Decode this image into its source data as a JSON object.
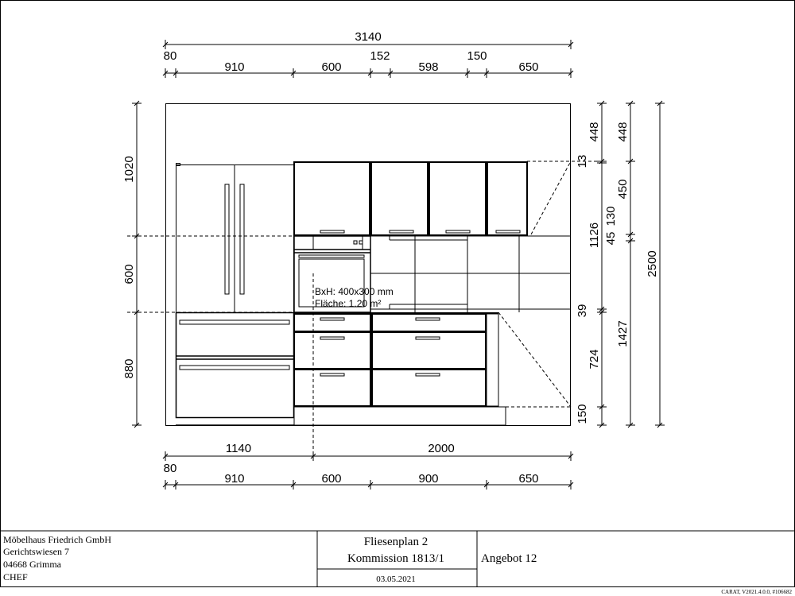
{
  "dimensions": {
    "top_total": "3140",
    "top_row1": [
      "80",
      "152",
      "150"
    ],
    "top_row2": [
      "910",
      "600",
      "598",
      "650"
    ],
    "bottom_total_left": "1140",
    "bottom_total_right": "2000",
    "bottom_row1": [
      "80"
    ],
    "bottom_row2": [
      "910",
      "600",
      "900",
      "650"
    ],
    "left": [
      "1020",
      "600",
      "880"
    ],
    "right_col1": [
      "448",
      "13",
      "1126",
      "39",
      "724",
      "150"
    ],
    "right_col2": [
      "448",
      "450",
      "130",
      "45",
      "1427"
    ],
    "right_col3": [
      "2500"
    ]
  },
  "tile_area": {
    "size_label": "BxH: 400x300 mm",
    "area_label": "Fläche: 1.20 m²"
  },
  "title_block": {
    "company": [
      "Möbelhaus Friedrich GmbH",
      "Gerichtswiesen 7",
      "04668 Grimma",
      "CHEF"
    ],
    "plan_title": "Fliesenplan 2",
    "commission": "Kommission 1813/1",
    "date": "03.05.2021",
    "offer": "Angebot 12",
    "software": "CARAT,  V2021.4.0.0,  #106682"
  }
}
